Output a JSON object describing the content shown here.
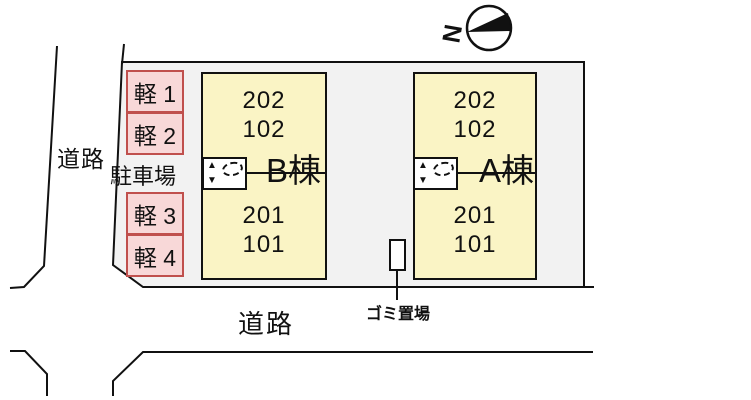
{
  "compass": {
    "label": "N"
  },
  "roads": {
    "left": "道路",
    "bottom": "道路"
  },
  "parking": {
    "label": "駐車場",
    "spaces": [
      "軽 1",
      "軽 2",
      "軽 3",
      "軽 4"
    ]
  },
  "buildings": [
    {
      "name": "B棟",
      "upper": [
        "202",
        "102"
      ],
      "lower": [
        "201",
        "101"
      ]
    },
    {
      "name": "A棟",
      "upper": [
        "202",
        "102"
      ],
      "lower": [
        "201",
        "101"
      ]
    }
  ],
  "garbage": {
    "label": "ゴミ置場"
  },
  "colors": {
    "site_fill": "#F2F2F2",
    "building_fill": "#FAF4C5",
    "parking_fill": "#F8D8D8",
    "parking_border": "#C0504D",
    "line": "#111111"
  }
}
